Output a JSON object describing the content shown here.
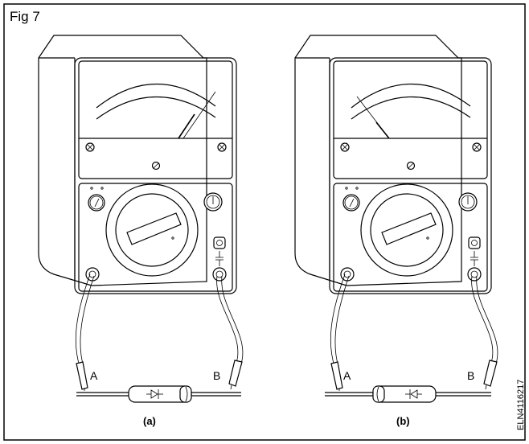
{
  "figure": {
    "title": "Fig 7",
    "code": "ELN4116217",
    "panels": [
      {
        "caption": "(a)",
        "lead_a": "A",
        "lead_b": "B",
        "diode_orientation": "forward",
        "needle_position": "right"
      },
      {
        "caption": "(b)",
        "lead_a": "A",
        "lead_b": "B",
        "diode_orientation": "reverse",
        "needle_position": "left"
      }
    ]
  },
  "colors": {
    "line": "#000000",
    "background": "#ffffff"
  }
}
